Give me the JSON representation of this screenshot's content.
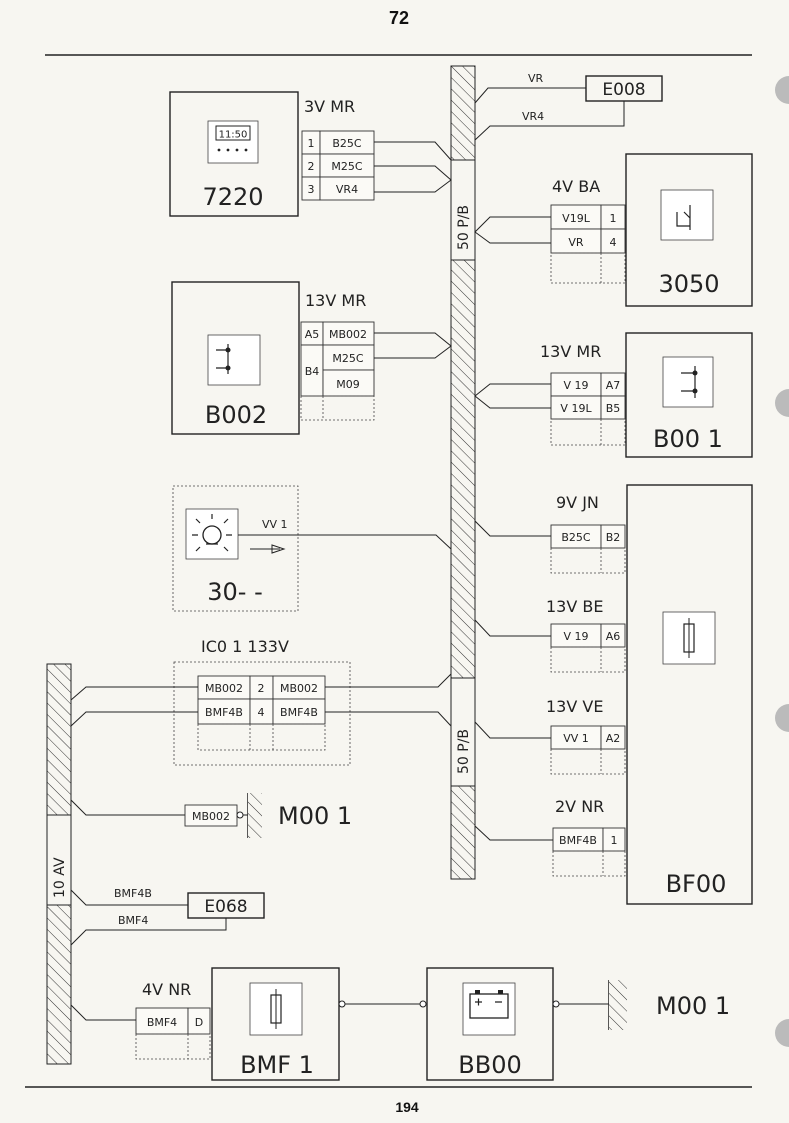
{
  "page": {
    "top_number": "72",
    "bottom_number": "194"
  },
  "bus_main": {
    "label_top": "50  P/B",
    "label_bottom": "50  P/B"
  },
  "bus_left": {
    "label": "10  AV"
  },
  "components": {
    "c7220": {
      "id": "7220",
      "connector": "3V  MR",
      "pins": [
        {
          "pin": "1",
          "wire": "B25C"
        },
        {
          "pin": "2",
          "wire": "M25C"
        },
        {
          "pin": "3",
          "wire": "VR4"
        }
      ],
      "display": "11:50"
    },
    "e008": {
      "id": "E008",
      "wire_top": "VR",
      "wire_bottom": "VR4"
    },
    "c3050": {
      "id": "3050",
      "connector": "4V  BA",
      "pins": [
        {
          "wire": "V19L",
          "pin": "1"
        },
        {
          "wire": "VR",
          "pin": "4"
        }
      ]
    },
    "b002": {
      "id": "B002",
      "connector": "13V  MR",
      "pins": [
        {
          "pin": "A5",
          "wire": "MB002"
        },
        {
          "pin": "",
          "wire": "M25C"
        },
        {
          "pin": "B4",
          "wire": "M09"
        }
      ]
    },
    "b001": {
      "id": "B00 1",
      "connector": "13V  MR",
      "pins": [
        {
          "wire": "V 19",
          "pin": "A7"
        },
        {
          "wire": "V 19L",
          "pin": "B5"
        }
      ]
    },
    "lamp": {
      "id": "30- -",
      "wire": "VV 1"
    },
    "bf00": {
      "id": "BF00",
      "connectors": [
        {
          "label": "9V  JN",
          "wire": "B25C",
          "pin": "B2"
        },
        {
          "label": "13V  BE",
          "wire": "V 19",
          "pin": "A6"
        },
        {
          "label": "13V  VE",
          "wire": "VV 1",
          "pin": "A2"
        },
        {
          "label": "2V  NR",
          "wire": "BMF4B",
          "pin": "1"
        }
      ]
    },
    "ic01": {
      "label": "IC0 1   133V",
      "rows": [
        {
          "left": "MB002",
          "pin": "2",
          "right": "MB002"
        },
        {
          "left": "BMF4B",
          "pin": "4",
          "right": "BMF4B"
        }
      ]
    },
    "m001_mid": {
      "id": "M00 1",
      "wire": "MB002"
    },
    "e068": {
      "id": "E068",
      "wire_top": "BMF4B",
      "wire_bottom": "BMF4"
    },
    "bmf1": {
      "id": "BMF 1",
      "connector": "4V  NR",
      "wire": "BMF4",
      "pin": "D"
    },
    "bb00": {
      "id": "BB00"
    },
    "m001_bottom": {
      "id": "M00 1"
    }
  }
}
